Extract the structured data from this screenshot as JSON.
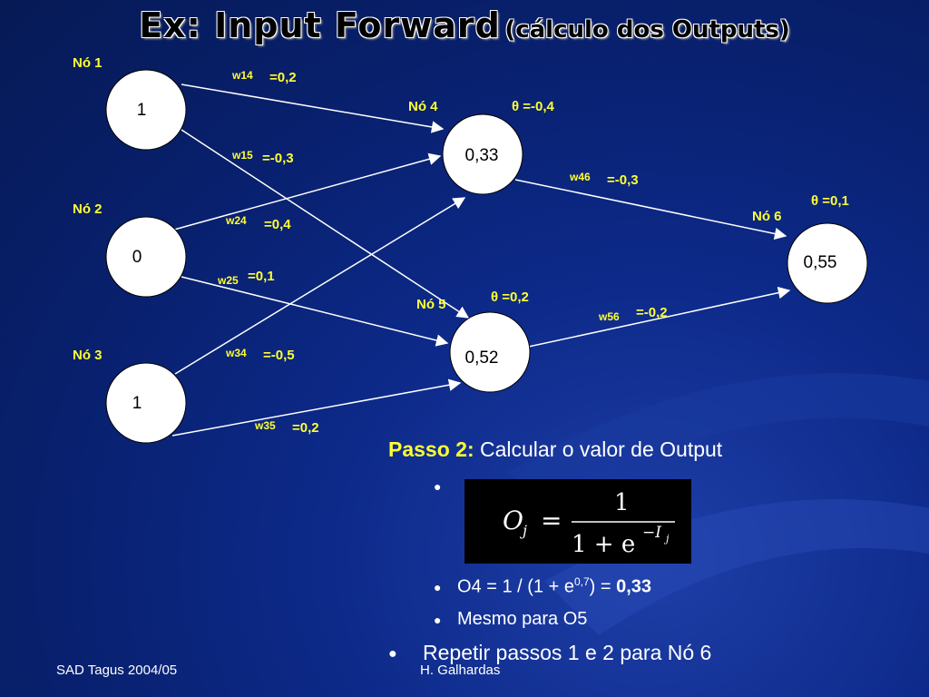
{
  "title": {
    "main": "Ex: Input Forward",
    "sub": "(cálculo dos Outputs)"
  },
  "nodes": {
    "n1": {
      "label": "Nó 1",
      "value": "1"
    },
    "n2": {
      "label": "Nó 2",
      "value": "0"
    },
    "n3": {
      "label": "Nó 3",
      "value": "1"
    },
    "n4": {
      "label": "Nó 4",
      "value": "0,33",
      "theta": "θ =-0,4"
    },
    "n5": {
      "label": "Nó 5",
      "value": "0,52",
      "theta": "θ =0,2"
    },
    "n6": {
      "label": "Nó 6",
      "value": "0,55",
      "theta": "θ =0,1"
    }
  },
  "weights": {
    "w14": {
      "name": "w14",
      "value": "=0,2"
    },
    "w15": {
      "name": "w15",
      "value": "=-0,3"
    },
    "w24": {
      "name": "w24",
      "value": "=0,4"
    },
    "w25": {
      "name": "w25",
      "value": "=0,1"
    },
    "w34": {
      "name": "w34",
      "value": "=-0,5"
    },
    "w35": {
      "name": "w35",
      "value": "=0,2"
    },
    "w46": {
      "name": "w46",
      "value": "=-0,3"
    },
    "w56": {
      "name": "w56",
      "value": "=-0,2"
    }
  },
  "step": {
    "label": "Passo 2:",
    "text": "Calcular o valor de Output"
  },
  "formula": {
    "lhs": "O",
    "sub": "j",
    "num": "1",
    "den": "1 + e",
    "exp": "−I",
    "expsub": "j"
  },
  "bullets": {
    "b1_prefix": "O4 = 1 / (1 + e",
    "b1_sup": "0,7",
    "b1_mid": ") = ",
    "b1_result": "0,33",
    "b2": "Mesmo para O5",
    "b3": "Repetir passos 1 e 2 para Nó 6"
  },
  "footer": {
    "left": "SAD Tagus 2004/05",
    "center": "H. Galhardas"
  },
  "colors": {
    "label_yellow": "#ffff33",
    "background": "#0d2a8a"
  }
}
